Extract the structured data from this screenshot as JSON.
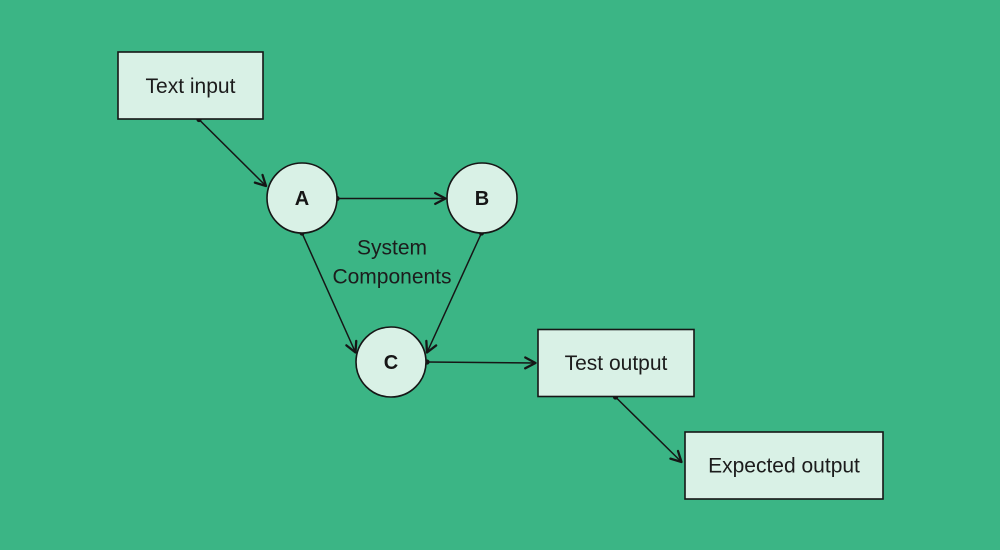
{
  "colors": {
    "background": "#3BB585",
    "node_fill": "#D9F1E6",
    "stroke": "#161616",
    "text": "#1C1C1C"
  },
  "nodes": {
    "text_input": {
      "label": "Text input"
    },
    "a": {
      "label": "A"
    },
    "b": {
      "label": "B"
    },
    "c": {
      "label": "C"
    },
    "test_output": {
      "label": "Test output"
    },
    "expected_output": {
      "label": "Expected output"
    }
  },
  "caption": {
    "line1": "System",
    "line2": "Components"
  },
  "edges": {
    "text_input_to_a": "Text input → A",
    "a_to_b": "A → B",
    "a_to_c": "A → C",
    "b_to_c": "B → C",
    "c_to_test_output": "C → Test output",
    "test_output_to_expected_output": "Test output → Expected output"
  }
}
